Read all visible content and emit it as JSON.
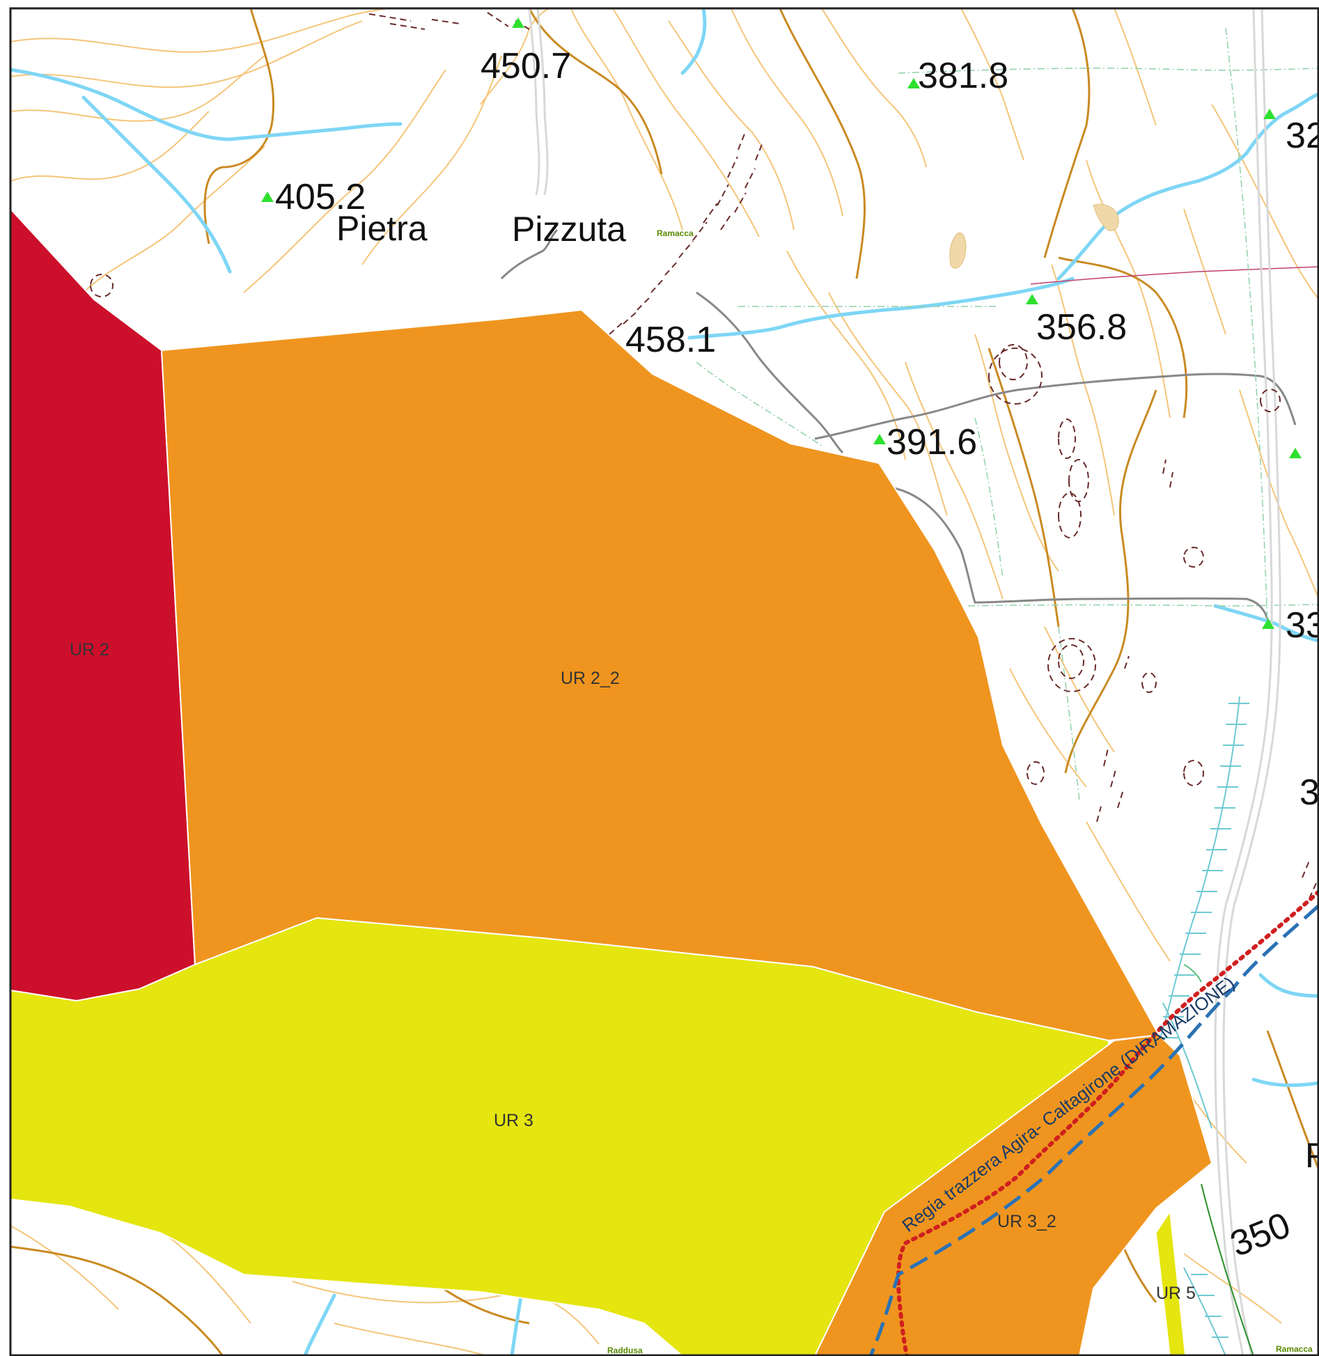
{
  "colors": {
    "ur2": "#cc0f2b",
    "ur2_2": "#ef951f",
    "ur3": "#e5e50f",
    "ur3_2": "#ef951f",
    "ur5": "#e5e50f",
    "river": "#7ed6f5",
    "contour_index": "#c98a22",
    "contour": "#f5c57a",
    "road": "#888888",
    "trail_red": "#d01f1f",
    "trail_blue": "#2a72b5",
    "spot_marker": "#2ee02e"
  },
  "elevations": {
    "e450_7": "450.7",
    "e381_8": "381.8",
    "e405_2": "405.2",
    "e458_1": "458.1",
    "e356_8": "356.8",
    "e391_6": "391.6",
    "e32": "32",
    "e33": "33",
    "e3": "3",
    "c350": "350"
  },
  "places": {
    "pietra": "Pietra",
    "pizzuta": "Pizzuta",
    "p_edge": "P",
    "ramacca_top": "Ramacca",
    "ramacca_bottom": "Ramacca",
    "raddusa": "Raddusa"
  },
  "units": {
    "ur2": "UR 2",
    "ur2_2": "UR 2_2",
    "ur3": "UR 3",
    "ur3_2": "UR 3_2",
    "ur5": "UR 5"
  },
  "route_label": "Regia trazzera Agira- Caltagirone (DIRAMAZIONE)"
}
